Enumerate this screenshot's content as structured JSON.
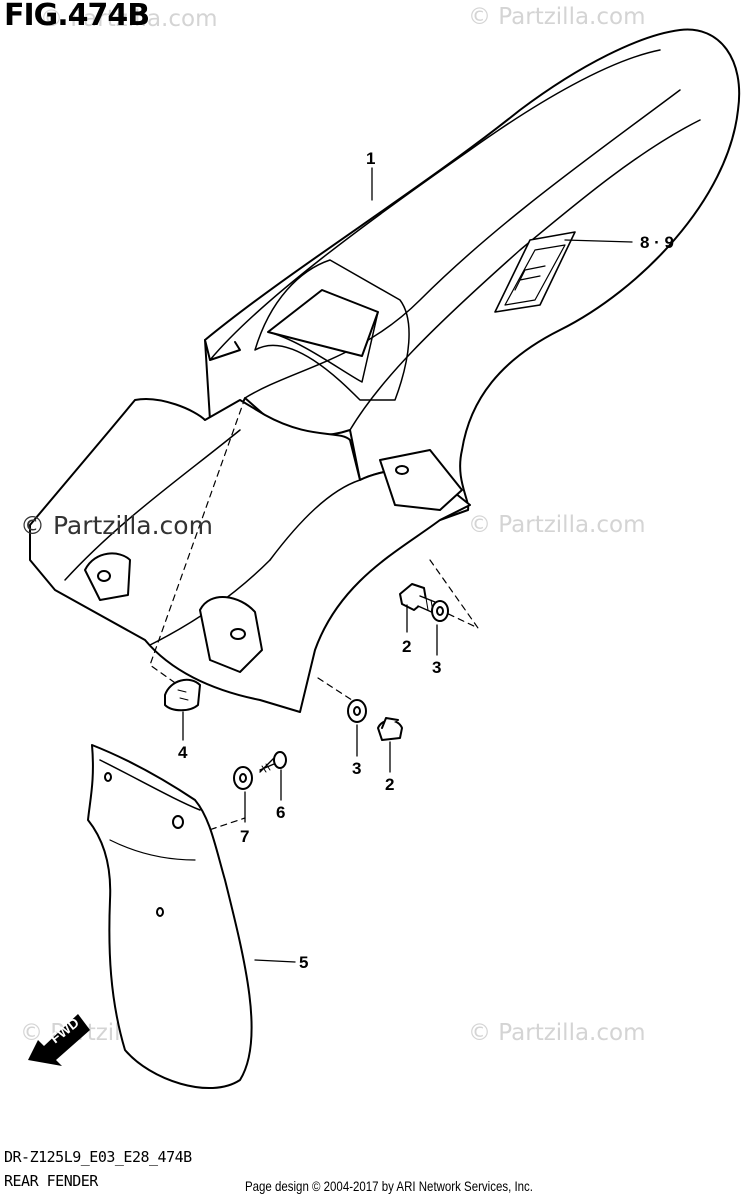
{
  "figure": {
    "title": "FIG.474B"
  },
  "watermarks": {
    "brand": "© Partzilla.com"
  },
  "fwd_label": "FWD",
  "callouts": {
    "part_1": "1",
    "part_8_9": "8 · 9",
    "part_2_upper": "2",
    "part_3_upper": "3",
    "part_4": "4",
    "part_3_lower": "3",
    "part_2_lower": "2",
    "part_7": "7",
    "part_6": "6",
    "part_5": "5"
  },
  "footer": {
    "model_code": "DR-Z125L9_E03_E28_474B",
    "section_name": "REAR FENDER",
    "credit": "Page design © 2004-2017 by ARI Network Services, Inc."
  }
}
